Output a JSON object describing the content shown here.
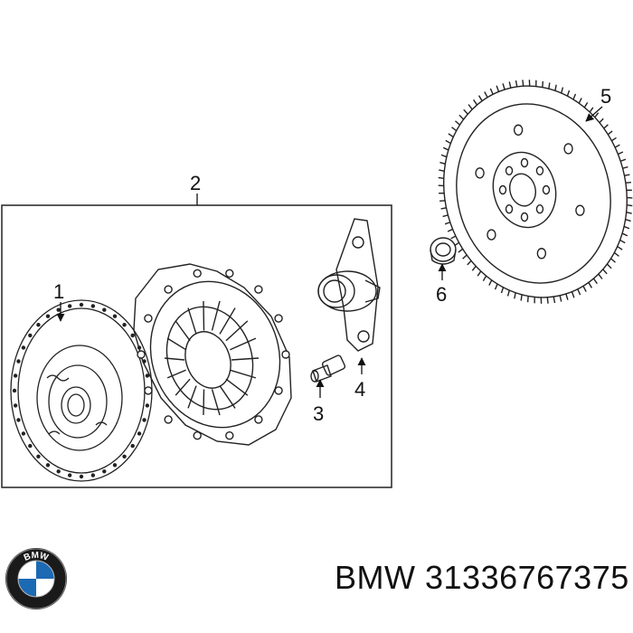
{
  "callouts": {
    "c1": "1",
    "c2": "2",
    "c3": "3",
    "c4": "4",
    "c5": "5",
    "c6": "6"
  },
  "footer": {
    "brand": "BMW",
    "part_number": "31336767375"
  },
  "logo": {
    "text": "BMW",
    "colors": {
      "blue": "#1c69b4",
      "black": "#1a1a1a",
      "white": "#ffffff"
    }
  }
}
